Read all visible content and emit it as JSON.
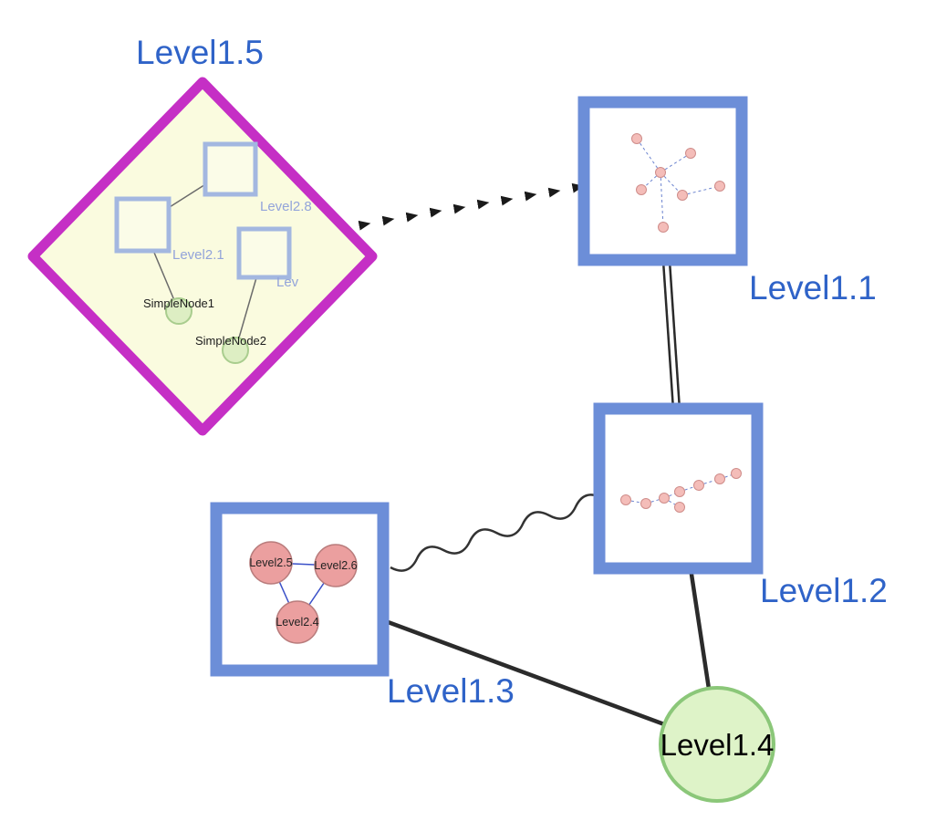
{
  "graph": {
    "nodes": [
      {
        "id": "level1_5",
        "label": "Level1.5",
        "type": "group-diamond"
      },
      {
        "id": "level1_1",
        "label": "Level1.1",
        "type": "group-box"
      },
      {
        "id": "level1_2",
        "label": "Level1.2",
        "type": "group-box"
      },
      {
        "id": "level1_3",
        "label": "Level1.3",
        "type": "group-box"
      },
      {
        "id": "level1_4",
        "label": "Level1.4",
        "type": "leaf-circle"
      }
    ],
    "level1_5_children": {
      "groups": [
        {
          "label": "Level2.8"
        },
        {
          "label": "Level2.1"
        },
        {
          "label": "Lev"
        }
      ],
      "leaves": [
        {
          "label": "SimpleNode1"
        },
        {
          "label": "SimpleNode2"
        }
      ]
    },
    "level1_3_children": [
      {
        "label": "Level2.5"
      },
      {
        "label": "Level2.6"
      },
      {
        "label": "Level2.4"
      }
    ],
    "edges": [
      {
        "from": "Level1.5",
        "to": "Level1.1",
        "style": "dashed-arrow"
      },
      {
        "from": "Level1.1",
        "to": "Level1.2",
        "style": "double-line"
      },
      {
        "from": "Level1.2",
        "to": "Level1.3",
        "style": "wavy"
      },
      {
        "from": "Level1.3",
        "to": "Level1.4",
        "style": "solid"
      },
      {
        "from": "Level1.2",
        "to": "Level1.4",
        "style": "solid"
      }
    ],
    "colors": {
      "label_blue": "#2f63c8",
      "child_label_blue": "#93a4da",
      "diamond_stroke": "#c52fc5",
      "diamond_fill": "#fafbdf",
      "box_stroke": "#6c8ed8",
      "inner_box_stroke": "#a3b7e0",
      "green_fill": "#def3c8",
      "green_stroke": "#8bc779",
      "pink_fill": "#eb9f9f",
      "mini_pink_fill": "#f4bdb9",
      "edge_black": "#2b2b2b",
      "mini_edge_blue": "#6b83cf"
    }
  }
}
